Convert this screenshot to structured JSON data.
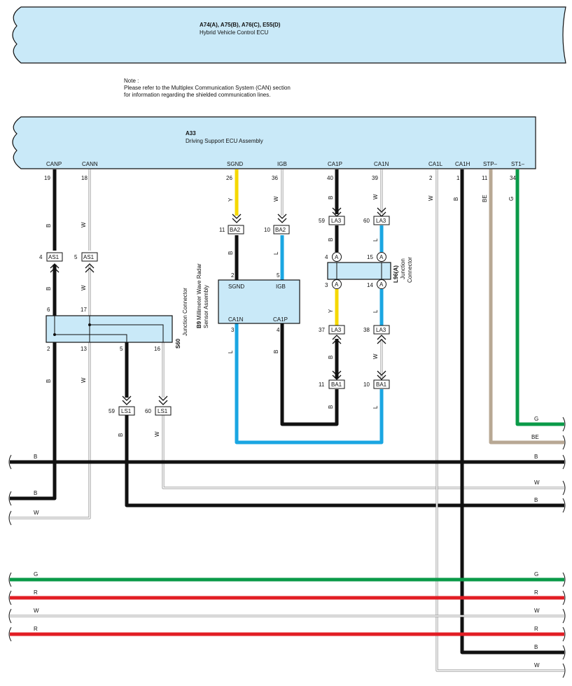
{
  "top_ecu": {
    "code": "A74(A), A75(B), A76(C), E55(D)",
    "name": "Hybrid Vehicle Control ECU"
  },
  "note": {
    "label": "Note :",
    "line1": "Please refer to the Multiplex Communication System (CAN) section",
    "line2": "for information regarding the shielded communication lines."
  },
  "driving_ecu": {
    "code": "A33",
    "name": "Driving Support ECU Assembly",
    "pins": [
      {
        "label": "CANP",
        "num": "19"
      },
      {
        "label": "CANN",
        "num": "18"
      },
      {
        "label": "SGND",
        "num": "26"
      },
      {
        "label": "IGB",
        "num": "36"
      },
      {
        "label": "CA1P",
        "num": "40"
      },
      {
        "label": "CA1N",
        "num": "39"
      },
      {
        "label": "CA1L",
        "num": "2"
      },
      {
        "label": "CA1H",
        "num": "1"
      },
      {
        "label": "STP–",
        "num": "11"
      },
      {
        "label": "ST1–",
        "num": "34"
      }
    ]
  },
  "radar": {
    "code": "B9",
    "name1": "Millimeter Wave Radar",
    "name2": "Sensor Assembly",
    "pin_sgnd": "SGND",
    "pin_igb": "IGB",
    "pin_ca1n": "CA1N",
    "pin_ca1p": "CA1P",
    "num_sgnd": "2",
    "num_igb": "5",
    "num_ca1n": "3",
    "num_ca1p": "4"
  },
  "junction_s60": {
    "code": "S60",
    "name": "Junction Connector",
    "pins": [
      "6",
      "17",
      "2",
      "13",
      "5",
      "16"
    ]
  },
  "junction_l96": {
    "code": "L96(A)",
    "name": "Junction",
    "name2": "Connector",
    "pins": [
      "4",
      "15",
      "3",
      "14"
    ],
    "circle": "A"
  },
  "connectors": {
    "ba2": "BA2",
    "la3": "LA3",
    "as1": "AS1",
    "ls1": "LS1",
    "ba1": "BA1",
    "num_11": "11",
    "num_10": "10",
    "num_59": "59",
    "num_60": "60",
    "num_4": "4",
    "num_5": "5",
    "num_37": "37",
    "num_38": "38"
  },
  "wire_colors": {
    "b": "B",
    "w": "W",
    "y": "Y",
    "l": "L",
    "g": "G",
    "be": "BE",
    "r": "R"
  },
  "colors": {
    "ecu_fill": "#c9e9f8",
    "black": "#111111",
    "yellow": "#f5d800",
    "blue": "#1aa6e2",
    "green": "#0a9a48",
    "tan": "#b8a894",
    "red": "#e21d24",
    "white_wire": "#9a9a9a"
  }
}
